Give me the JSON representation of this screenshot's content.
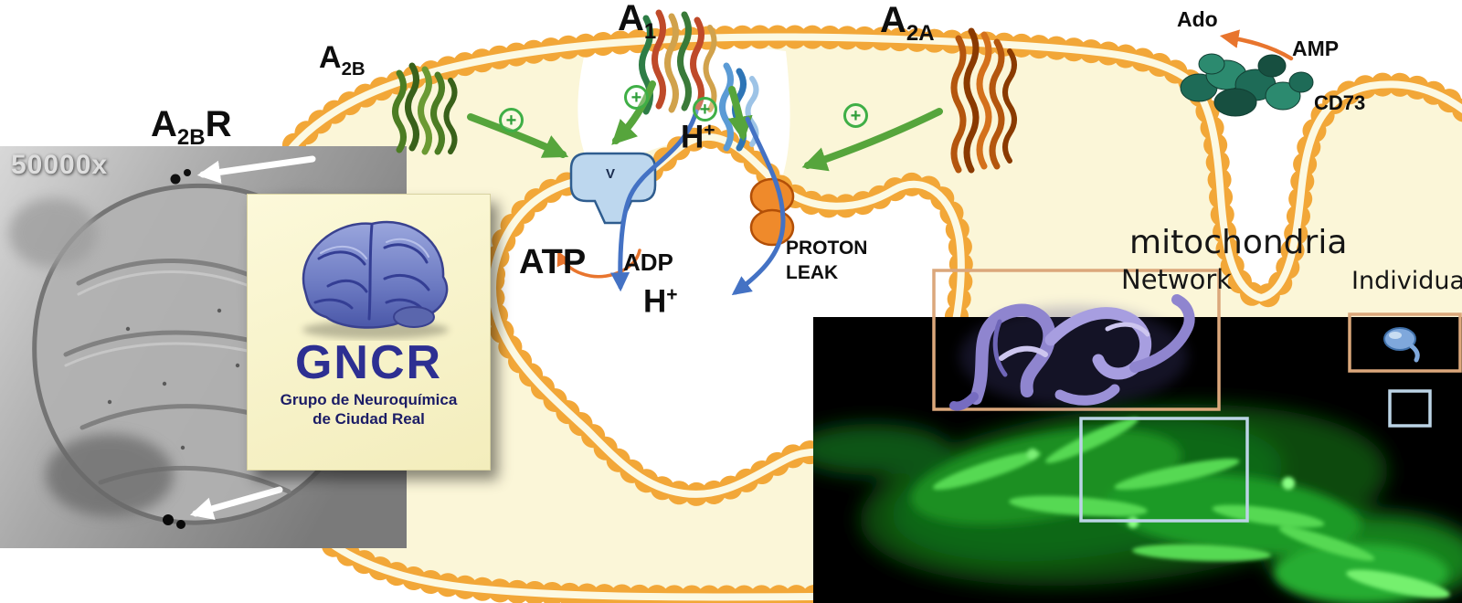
{
  "colors": {
    "membrane_head": "#F2A738",
    "membrane_tail": "#DE9220",
    "cytosol": "#FBF6D8",
    "arrow_green": "#56A53C",
    "arrow_blue": "#4472C4",
    "arrow_orange": "#E8752E",
    "box_tan": "#DBA77B",
    "box_blue": "#BCD4E6",
    "synthase_blue": "#BDD7EE",
    "leak_orange": "#EF8A2B",
    "logo_blue": "#2D2F92",
    "logo_dark": "#1B1C66",
    "fluor_green": "#2BB434"
  },
  "receptors": {
    "a2b": {
      "base": "A",
      "sub": "2B"
    },
    "a1": {
      "base": "A",
      "sub": "1"
    },
    "a2a": {
      "base": "A",
      "sub": "2A"
    },
    "a2br": {
      "base": "A",
      "sub": "2B",
      "suffix": "R"
    }
  },
  "purine_pathway": {
    "ado": "Ado",
    "amp": "AMP",
    "cd73": "CD73"
  },
  "signaling": {
    "plus": "+",
    "h_top": {
      "base": "H",
      "sup": "+"
    },
    "h_bottom": {
      "base": "H",
      "sup": "+"
    },
    "atp": "ATP",
    "adp": "ADP",
    "proton_leak_line1": "PROTON",
    "proton_leak_line2": "LEAK",
    "synthase_v": "V"
  },
  "em_panel": {
    "magnification": "50000x"
  },
  "mito_panel": {
    "title": "mitochondria",
    "network_label": "Network",
    "individual_label": "Individual"
  },
  "logo": {
    "acronym": "GNCR",
    "line1": "Grupo de Neuroquímica",
    "line2": "de Ciudad Real"
  }
}
